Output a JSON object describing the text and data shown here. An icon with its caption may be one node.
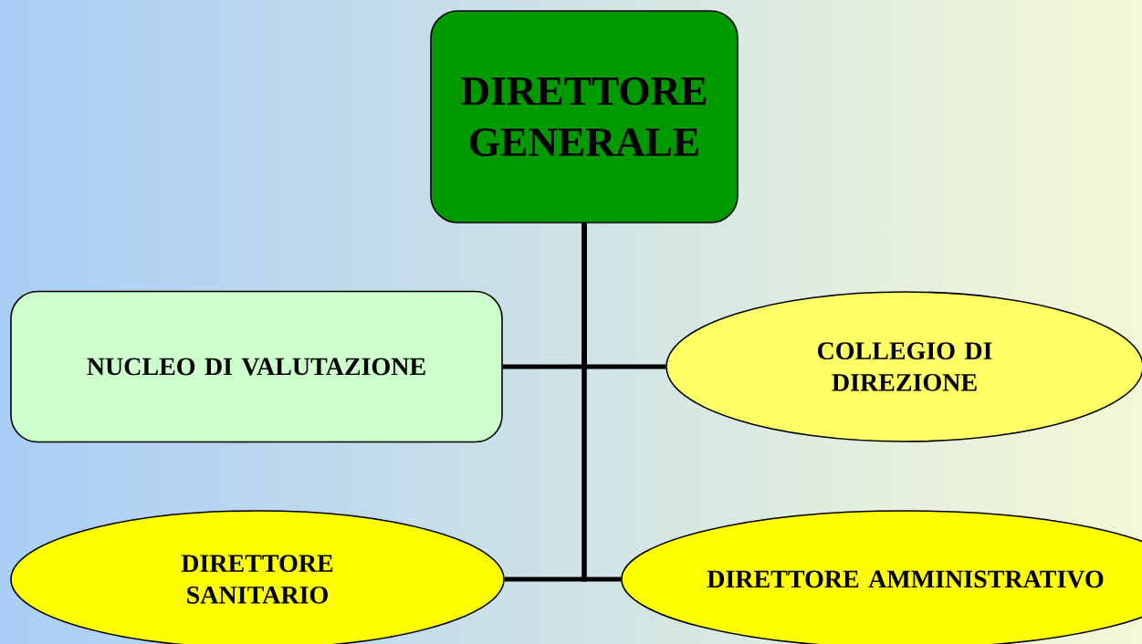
{
  "diagram": {
    "nodes": [
      {
        "text": [
          "DIRETTORE GENERALE"
        ]
      },
      {
        "text": [
          "NUCLEO DI VALUTAZIONE"
        ]
      },
      {
        "text": [
          "COLLEGIO DI DIREZIONE"
        ]
      },
      {
        "text": [
          "DIRETTORE SANITARIO"
        ]
      },
      {
        "text": [
          "DIRETTORE AMMINISTRATIVO"
        ]
      }
    ],
    "edges": [
      {
        "from": 0,
        "to": 1,
        "arrow": "none"
      },
      {
        "from": 0,
        "to": 2,
        "arrow": "none"
      },
      {
        "from": 0,
        "to": 3,
        "arrow": "none"
      },
      {
        "from": 0,
        "to": 4,
        "arrow": "none"
      }
    ]
  }
}
